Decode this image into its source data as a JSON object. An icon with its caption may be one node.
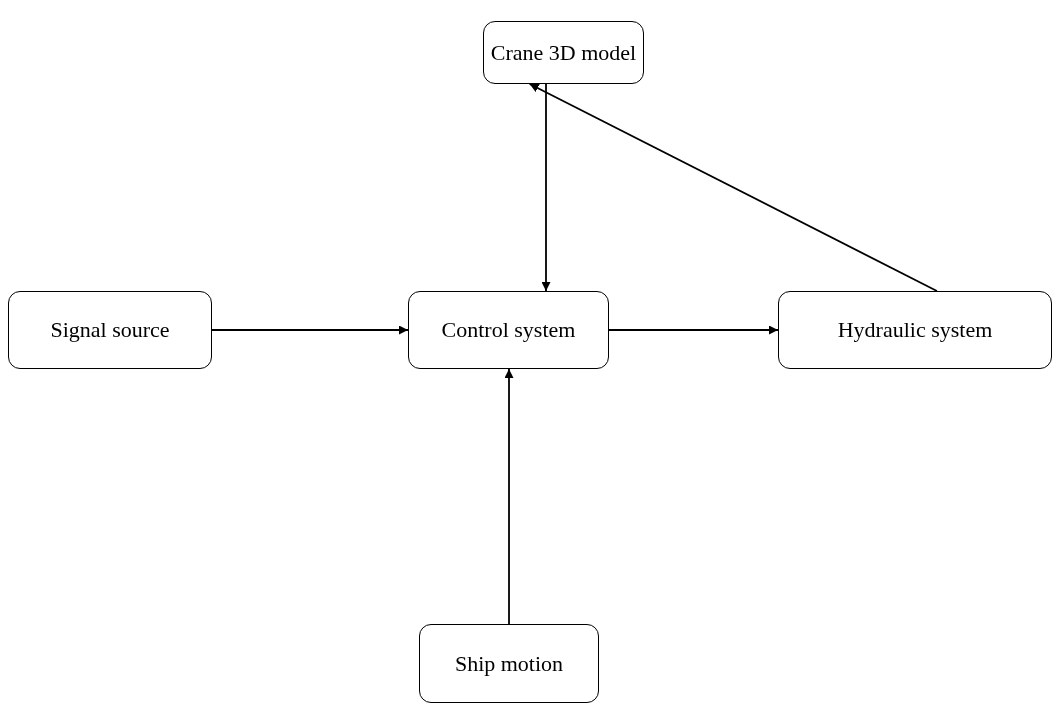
{
  "diagram": {
    "nodes": [
      {
        "text": [
          "Crane 3D model"
        ]
      },
      {
        "text": [
          "Signal source"
        ]
      },
      {
        "text": [
          "Control system"
        ]
      },
      {
        "text": [
          "Hydraulic system"
        ]
      },
      {
        "text": [
          "Ship motion"
        ]
      }
    ],
    "edges": [
      {
        "from": 0,
        "to": 2,
        "arrow": "to"
      },
      {
        "from": 3,
        "to": 0,
        "arrow": "to"
      },
      {
        "from": 1,
        "to": 2,
        "arrow": "to"
      },
      {
        "from": 2,
        "to": 3,
        "arrow": "to"
      },
      {
        "from": 4,
        "to": 2,
        "arrow": "to"
      }
    ]
  }
}
